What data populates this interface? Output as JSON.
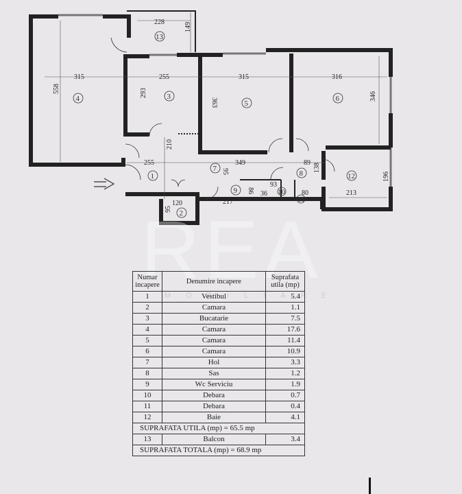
{
  "plan": {
    "rooms": [
      {
        "id": "1"
      },
      {
        "id": "2"
      },
      {
        "id": "3"
      },
      {
        "id": "4"
      },
      {
        "id": "5"
      },
      {
        "id": "6"
      },
      {
        "id": "7"
      },
      {
        "id": "8"
      },
      {
        "id": "9"
      },
      {
        "id": "10"
      },
      {
        "id": "11"
      },
      {
        "id": "12"
      },
      {
        "id": "13"
      }
    ],
    "dimensions": {
      "d228": "228",
      "d149": "149",
      "d315a": "315",
      "d558": "558",
      "d255a": "255",
      "d293": "293",
      "d315b": "315",
      "d363": "363",
      "d316": "316",
      "d346": "346",
      "d210": "210",
      "d255b": "255",
      "d349": "349",
      "d89": "89",
      "d95a": "95",
      "d138": "138",
      "d196": "196",
      "d93": "93",
      "d86": "86",
      "d213": "213",
      "d120": "120",
      "d217": "217",
      "d95b": "95",
      "d36": "36",
      "d80": "80"
    }
  },
  "watermark": {
    "logo": "REA",
    "sub": "MOBILIARE"
  },
  "table": {
    "headers": {
      "number": "Numar incapere",
      "name": "Denumire incapere",
      "area": "Suprafata utila (mp)"
    },
    "rows": [
      {
        "n": "1",
        "name": "Vestibul",
        "area": "5.4"
      },
      {
        "n": "2",
        "name": "Camara",
        "area": "1.1"
      },
      {
        "n": "3",
        "name": "Bucatarie",
        "area": "7.5"
      },
      {
        "n": "4",
        "name": "Camara",
        "area": "17.6"
      },
      {
        "n": "5",
        "name": "Camara",
        "area": "11.4"
      },
      {
        "n": "6",
        "name": "Camara",
        "area": "10.9"
      },
      {
        "n": "7",
        "name": "Hol",
        "area": "3.3"
      },
      {
        "n": "8",
        "name": "Sas",
        "area": "1.2"
      },
      {
        "n": "9",
        "name": "Wc Serviciu",
        "area": "1.9"
      },
      {
        "n": "10",
        "name": "Debara",
        "area": "0.7"
      },
      {
        "n": "11",
        "name": "Debara",
        "area": "0.4"
      },
      {
        "n": "12",
        "name": "Baie",
        "area": "4.1"
      }
    ],
    "utila_total": "SUPRAFATA UTILA (mp) = 65.5 mp",
    "balcony": {
      "n": "13",
      "name": "Balcon",
      "area": "3.4"
    },
    "grand_total": "SUPRAFATA TOTALA (mp) = 68.9 mp"
  }
}
